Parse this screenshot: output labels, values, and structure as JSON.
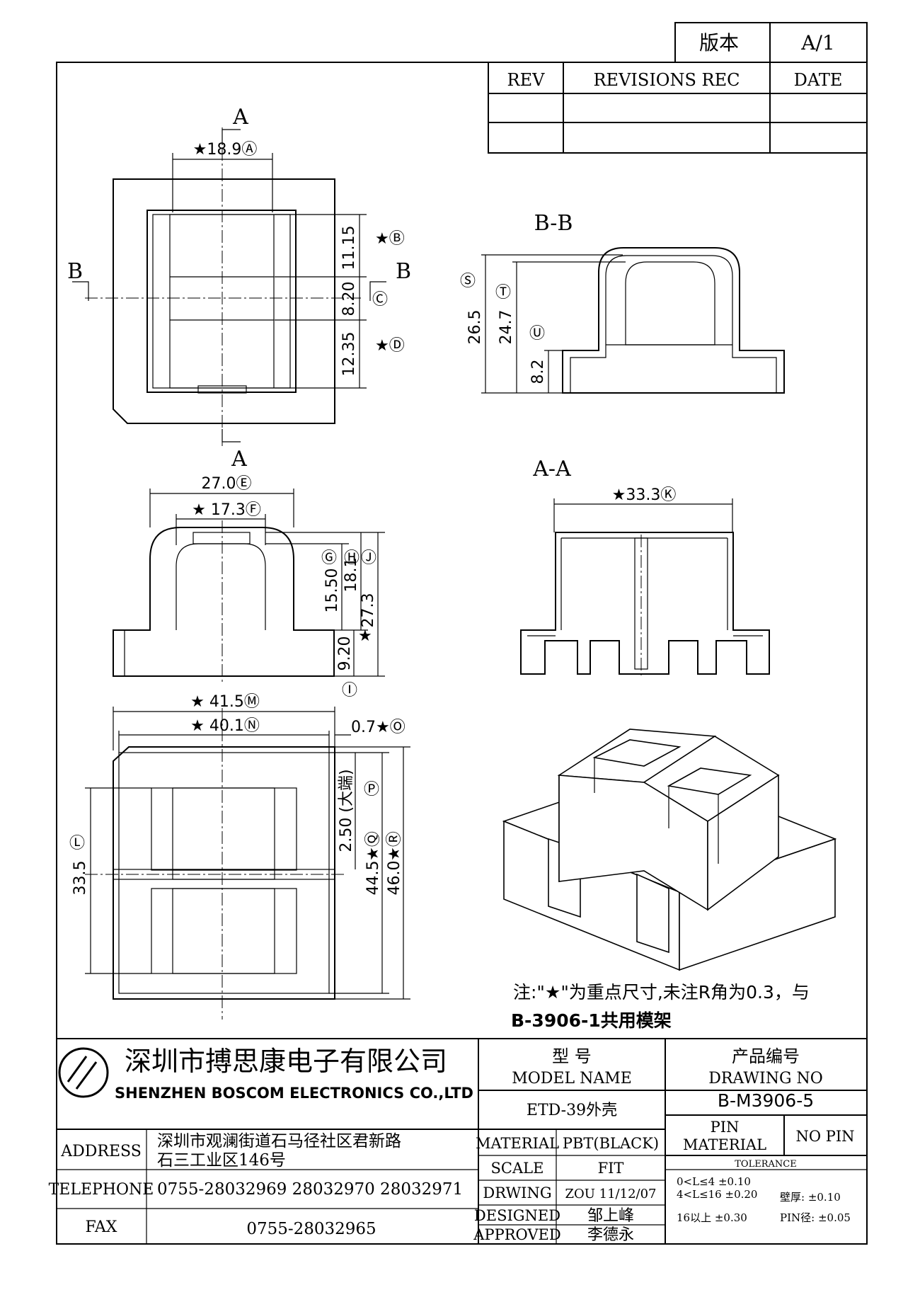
{
  "version_box": {
    "label": "版本",
    "value": "A/1"
  },
  "revision_header": {
    "rev": "REV",
    "records": "REVISIONS REC",
    "date": "DATE"
  },
  "sections": {
    "b": "B",
    "a": "A",
    "bb": "B-B",
    "aa": "A-A"
  },
  "dims": {
    "d_a": "★18.9Ⓐ",
    "d_b": "11.15",
    "d_b_tag": "★Ⓑ",
    "d_c": "8.20",
    "d_c_tag": "Ⓒ",
    "d_d": "12.35",
    "d_d_tag": "★Ⓓ",
    "d_s": "26.5",
    "d_s_tag": "Ⓢ",
    "d_t": "24.7",
    "d_t_tag": "Ⓣ",
    "d_u": "8.2",
    "d_u_tag": "Ⓤ",
    "d_e": "27.0Ⓔ",
    "d_f": "★ 17.3Ⓕ",
    "d_g": "15.50",
    "d_g_tag": "Ⓖ",
    "d_h": "18.1",
    "d_h_tag": "Ⓗ",
    "d_j": "27.3",
    "d_j_tag": "Ⓙ",
    "d_i": "9.20",
    "d_i_tag": "Ⓘ",
    "star": "★",
    "d_k": "★33.3Ⓚ",
    "d_m": "★ 41.5Ⓜ",
    "d_n": "★ 40.1Ⓝ",
    "d_o": "0.7★Ⓞ",
    "d_l": "33.5",
    "d_l_tag": "Ⓛ",
    "d_p": "2.50 (大端)",
    "d_p_tag": "Ⓟ",
    "d_q": "44.5",
    "d_q_tag": "★Ⓠ",
    "d_r": "46.0",
    "d_r_tag": "★Ⓡ"
  },
  "note": {
    "line1": "注:\"★\"为重点尺寸,未注R角为0.3，与",
    "line2": "B-3906-1共用模架"
  },
  "title_block": {
    "company_cn": "深圳市搏思康电子有限公司",
    "company_en": "SHENZHEN BOSCOM ELECTRONICS CO.,LTD",
    "model_cn": "型    号",
    "model_en": "MODEL NAME",
    "model_value": "ETD-39外壳",
    "drawing_cn": "产品编号",
    "drawing_en": "DRAWING NO",
    "drawing_value": "B-M3906-5",
    "address_label": "ADDRESS",
    "address_line1": "深圳市观澜街道石马径社区君新路",
    "address_line2": "石三工业区146号",
    "telephone_label": "TELEPHONE",
    "telephone_value": "0755-28032969 28032970 28032971",
    "fax_label": "FAX",
    "fax_value": "0755-28032965",
    "material_label": "MATERIAL",
    "material_value": "PBT(BLACK)",
    "scale_label": "SCALE",
    "scale_value": "FIT",
    "drawing_label": "DRWING",
    "drawing_by": "ZOU 11/12/07",
    "designed_label": "DESIGNED",
    "designed_value": "邹上峰",
    "approved_label": "APPROVED",
    "approved_value": "李德永",
    "pin_label1": "PIN",
    "pin_label2": "MATERIAL",
    "pin_value": "NO PIN",
    "tolerance_label": "TOLERANCE",
    "tol1": "0<L≤4  ±0.10",
    "tol2": "4<L≤16  ±0.20",
    "tol3": "16以上    ±0.30",
    "wall": "壁厚:   ±0.10",
    "pin_dia": "PIN径: ±0.05"
  }
}
